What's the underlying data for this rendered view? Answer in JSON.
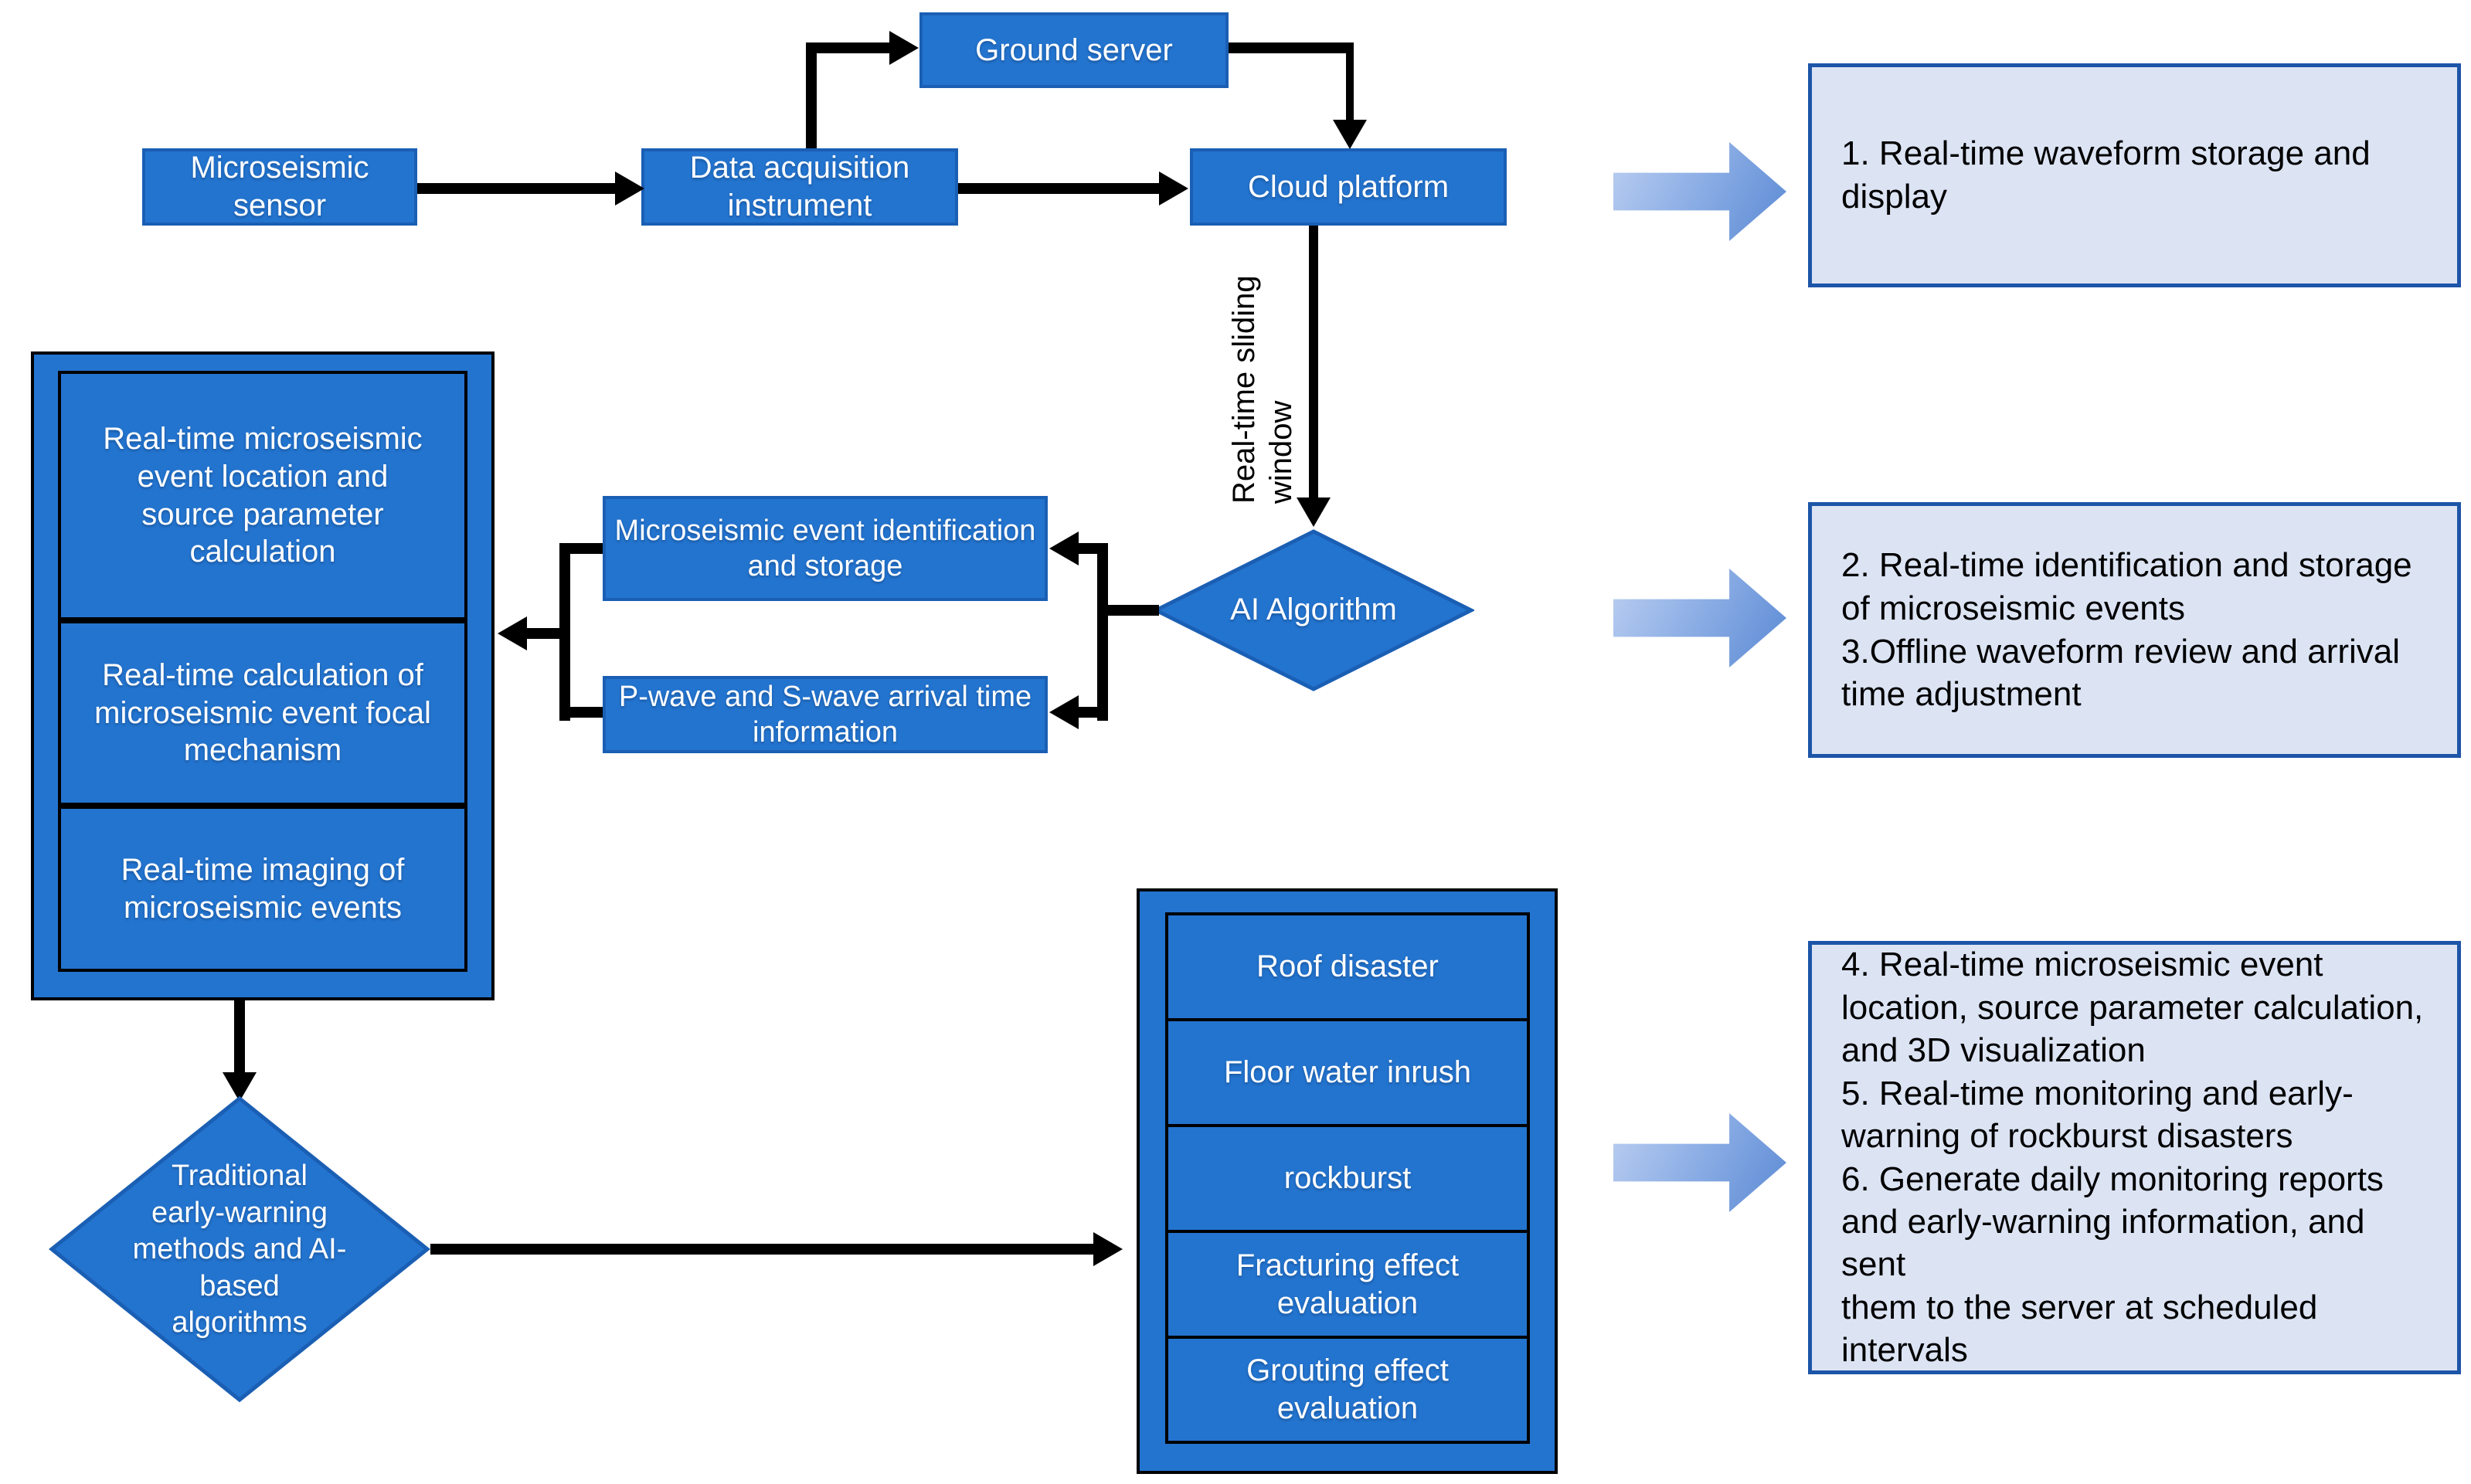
{
  "colors": {
    "node_fill": "#2374cf",
    "node_border": "#1a5fb4",
    "container_border": "#000000",
    "panel_fill": "#dce4f4",
    "panel_border": "#1d55a8",
    "connector": "#000000",
    "block_arrow_gradient_from": "#bccff1",
    "block_arrow_gradient_to": "#5b8ad4",
    "text_on_blue": "#ffffff",
    "text_on_panel": "#000000"
  },
  "nodes": {
    "sensor": "Microseismic sensor",
    "daq": "Data acquisition instrument",
    "ground_server": "Ground server",
    "cloud": "Cloud platform",
    "sliding_window": "Real-time sliding window",
    "ai_algorithm": "AI Algorithm",
    "event_identification": "Microseismic event identification and storage",
    "pwave": "P-wave and S-wave arrival time information",
    "decision": "Traditional early-warning methods and AI-based algorithms",
    "left_stack": [
      "Real-time microseismic event location and source parameter calculation",
      "Real-time calculation of microseismic event focal mechanism",
      "Real-time imaging of microseismic events"
    ],
    "disaster_stack": [
      "Roof disaster",
      "Floor water inrush",
      "rockburst",
      "Fracturing effect evaluation",
      "Grouting effect evaluation"
    ]
  },
  "panels": [
    "1. Real-time waveform storage and\ndisplay",
    "2. Real-time identification and storage\nof microseismic events\n3.Offline waveform review and arrival\ntime adjustment",
    "4. Real-time microseismic event\nlocation, source parameter calculation,\nand 3D visualization\n5. Real-time monitoring and early-\nwarning of rockburst disasters\n6. Generate daily monitoring reports\nand early-warning information, and sent\nthem to the server at scheduled\nintervals"
  ]
}
